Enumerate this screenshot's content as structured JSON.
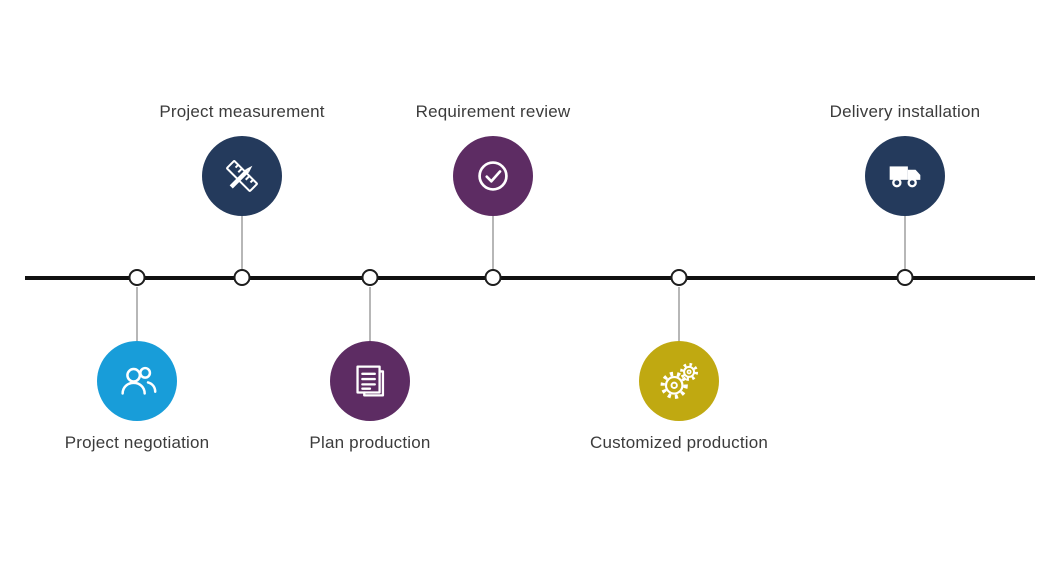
{
  "diagram": {
    "type": "process-timeline",
    "line_color": "#111111",
    "items": [
      {
        "label": "Project negotiation",
        "position": "below",
        "color": "#189DD9",
        "icon": "people-icon"
      },
      {
        "label": "Project measurement",
        "position": "above",
        "color": "#243A5C",
        "icon": "ruler-pencil-icon"
      },
      {
        "label": "Plan production",
        "position": "below",
        "color": "#5D2C63",
        "icon": "document-icon"
      },
      {
        "label": "Requirement review",
        "position": "above",
        "color": "#5D2C63",
        "icon": "check-circle-icon"
      },
      {
        "label": "Customized production",
        "position": "below",
        "color": "#C0A911",
        "icon": "gears-icon"
      },
      {
        "label": "Delivery installation",
        "position": "above",
        "color": "#243A5C",
        "icon": "truck-icon"
      }
    ]
  }
}
